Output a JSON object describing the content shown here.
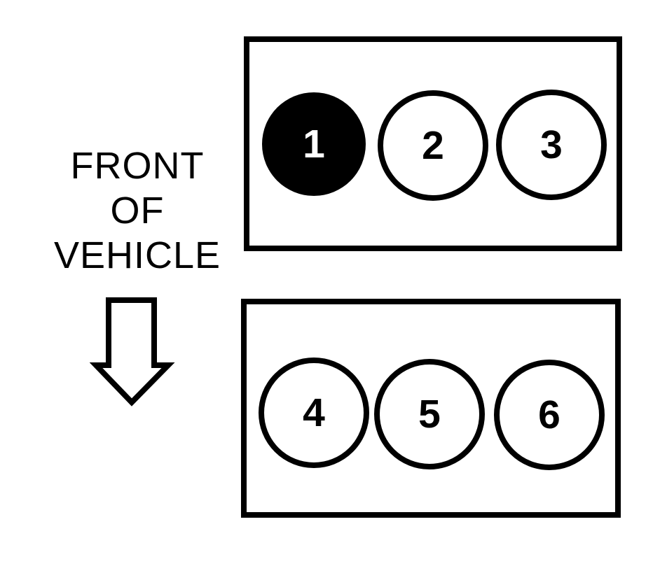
{
  "diagram": {
    "title": "cylinder-bank-layout",
    "label": "FRONT\nOF\nVEHICLE",
    "arrow": {
      "direction": "down",
      "style": "outlined"
    },
    "colors": {
      "line": "#000000",
      "background": "#ffffff",
      "highlight_fill": "#000000",
      "highlight_text": "#ffffff"
    },
    "banks": [
      {
        "position": "top",
        "cylinders": [
          {
            "number": "1",
            "highlighted": true
          },
          {
            "number": "2",
            "highlighted": false
          },
          {
            "number": "3",
            "highlighted": false
          }
        ]
      },
      {
        "position": "bottom",
        "cylinders": [
          {
            "number": "4",
            "highlighted": false
          },
          {
            "number": "5",
            "highlighted": false
          },
          {
            "number": "6",
            "highlighted": false
          }
        ]
      }
    ]
  }
}
